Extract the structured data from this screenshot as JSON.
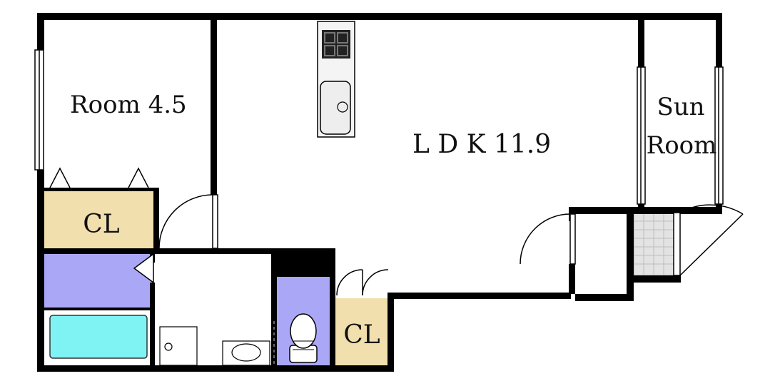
{
  "rooms": {
    "bedroom_label": "Room 4.5",
    "ldk_label": "L D K 11.9",
    "sunroom_label_line1": "Sun",
    "sunroom_label_line2": "Room",
    "closet_left_label": "CL",
    "closet_right_label": "CL"
  },
  "colors": {
    "wall": "#000000",
    "closet": "#f2dfae",
    "bath_area": "#aaa8f6",
    "bathtub": "#7ff3f4",
    "entry_tile": "#e3e3e3",
    "background": "#ffffff"
  },
  "icons": [
    "door-swing-icon",
    "window-icon",
    "stove-icon",
    "sink-icon",
    "bathtub-icon",
    "toilet-icon",
    "washbasin-icon",
    "washing-machine-icon"
  ]
}
